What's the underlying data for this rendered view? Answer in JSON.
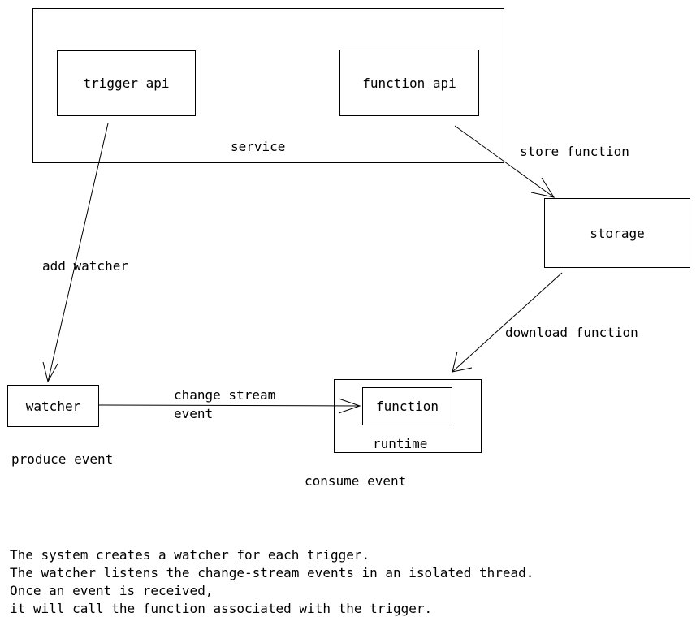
{
  "diagram": {
    "nodes": {
      "service": "service",
      "trigger_api": "trigger api",
      "function_api": "function api",
      "storage": "storage",
      "watcher": "watcher",
      "function": "function",
      "runtime": "runtime"
    },
    "edge_labels": {
      "store_function": "store function",
      "add_watcher": "add watcher",
      "download_function": "download function",
      "change_stream_line1": "change stream",
      "change_stream_line2": "event"
    },
    "annotations": {
      "produce_event": "produce event",
      "consume_event": "consume event"
    },
    "description": [
      "The system creates a watcher for each trigger.",
      "The watcher listens the change-stream events in an isolated thread.",
      "Once an event is received,",
      "it will call the function associated with the trigger."
    ]
  }
}
